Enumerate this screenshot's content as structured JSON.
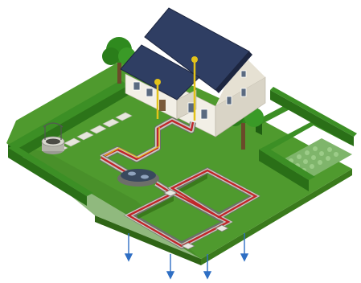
{
  "diagram": {
    "type": "illustration",
    "subject": "",
    "colors": {
      "lawn": "#4f9a2e",
      "lawn_dark": "#3e7f22",
      "lawn_edge": "#2f6516",
      "hedge": "#2f7d1f",
      "hedge_dark": "#1f5e12",
      "house_wall": "#f2efe6",
      "house_shadow": "#d9d4c6",
      "roof": "#2f3e63",
      "roof_edge": "#1d2640",
      "pipe_red": "#c0262a",
      "pipe_yellow": "#e3c21a",
      "trench": "#6d6f6a",
      "gravel": "#c9c9c2",
      "tank": "#39495e",
      "arrow_blue": "#2f6fc4",
      "path_stone": "#e6e6dc",
      "veg_patch": "#8cc07a"
    },
    "icons": [
      "house",
      "tree",
      "hedge",
      "well",
      "septic-tank",
      "drain-field",
      "vent-pipe",
      "infiltration-arrow"
    ],
    "infiltration_arrows": 4
  }
}
